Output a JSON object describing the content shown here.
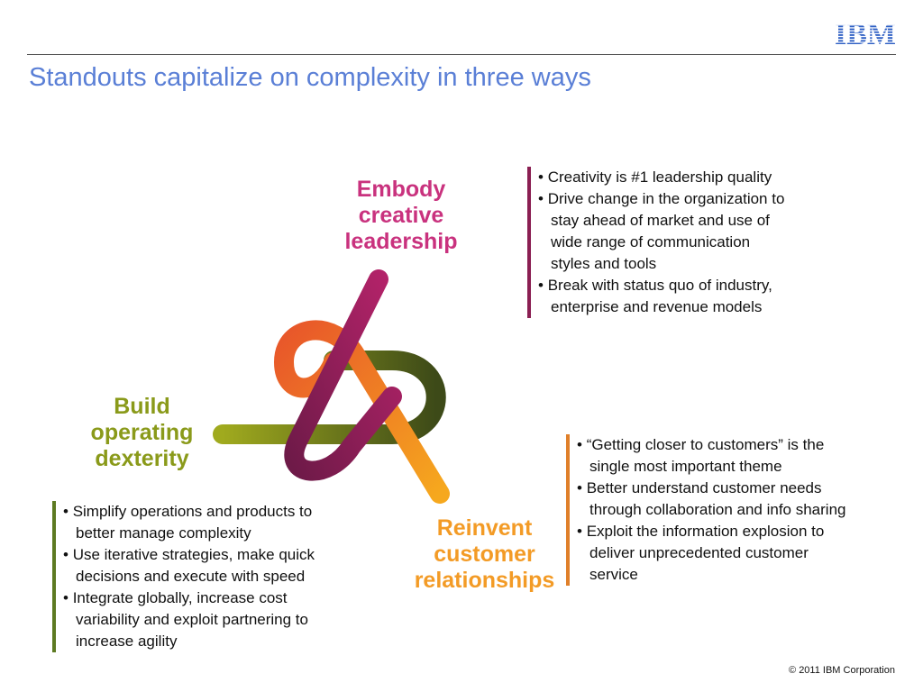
{
  "header": {
    "logo_text": "IBM",
    "title": "Standouts capitalize on complexity in three ways"
  },
  "labels": {
    "top": [
      "Embody",
      "creative",
      "leadership"
    ],
    "left": [
      "Build",
      "operating",
      "dexterity"
    ],
    "right": [
      "Reinvent",
      "customer",
      "relationships"
    ]
  },
  "bullets": {
    "top": [
      "Creativity is #1 leadership quality",
      "Drive change in the organization to stay ahead of market and use of wide range of communication styles and tools",
      "Break with status quo of industry, enterprise and revenue models"
    ],
    "right": [
      "“Getting closer to customers” is the single most important theme",
      "Better understand customer needs through collaboration and info sharing",
      "Exploit the information explosion to deliver unprecedented customer service"
    ],
    "left": [
      "Simplify operations and products to better manage complexity",
      "Use iterative strategies, make quick decisions and execute with speed",
      "Integrate globally, increase cost variability and exploit partnering to increase agility"
    ]
  },
  "colors": {
    "title": "#5a7fd6",
    "magenta": "#c9327e",
    "plum": "#8a1f52",
    "orange": "#f39b26",
    "olive": "#8a9a1a",
    "dark_green": "#3d4a18"
  },
  "footer": {
    "copyright": "© 2011 IBM Corporation"
  }
}
